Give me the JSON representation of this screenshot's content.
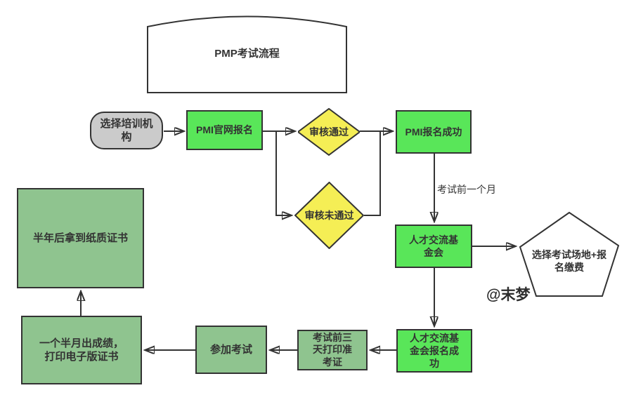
{
  "title": "PMP考试流程",
  "watermark": "@末梦",
  "nodes": {
    "start": {
      "label": "选择培训机\n构",
      "shape": "stadium"
    },
    "pmi_register": {
      "label": "PMI官网报名",
      "shape": "rect"
    },
    "review_pass": {
      "label": "审核通过",
      "shape": "diamond"
    },
    "review_fail": {
      "label": "审核未通过",
      "shape": "diamond"
    },
    "pmi_success": {
      "label": "PMI报名成功",
      "shape": "rect"
    },
    "foundation": {
      "label": "人才交流基\n金会",
      "shape": "rect"
    },
    "venue_payment": {
      "label": "选择考试场地+报\n名缴费",
      "shape": "pentagon"
    },
    "foundation_success": {
      "label": "人才交流基\n金会报名成\n功",
      "shape": "rect"
    },
    "print_ticket": {
      "label": "考试前三\n天打印准\n考证",
      "shape": "rect"
    },
    "take_exam": {
      "label": "参加考试",
      "shape": "rect"
    },
    "results": {
      "label": "一个半月出成绩，\n打印电子版证书",
      "shape": "rect"
    },
    "paper_cert": {
      "label": "半年后拿到纸质证书",
      "shape": "rect"
    }
  },
  "edge_labels": {
    "one_month_before": "考试前一个月"
  },
  "colors": {
    "bright_green": "#59e659",
    "muted_green": "#8fc48f",
    "yellow": "#f5ee55",
    "gray": "#cbcbcb",
    "outline": "#333333",
    "text": "#333333",
    "background": "#ffffff"
  }
}
